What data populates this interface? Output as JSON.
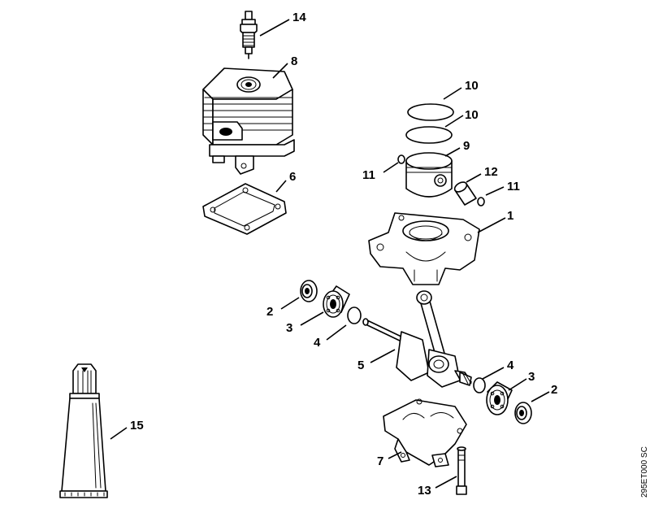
{
  "parts": {
    "p1": "1",
    "p2a": "2",
    "p2b": "2",
    "p3a": "3",
    "p3b": "3",
    "p4a": "4",
    "p4b": "4",
    "p5": "5",
    "p6": "6",
    "p7": "7",
    "p8": "8",
    "p9": "9",
    "p10a": "10",
    "p10b": "10",
    "p11a": "11",
    "p11b": "11",
    "p12": "12",
    "p13": "13",
    "p14": "14",
    "p15": "15"
  },
  "drawing_code": "295ET000 SC"
}
